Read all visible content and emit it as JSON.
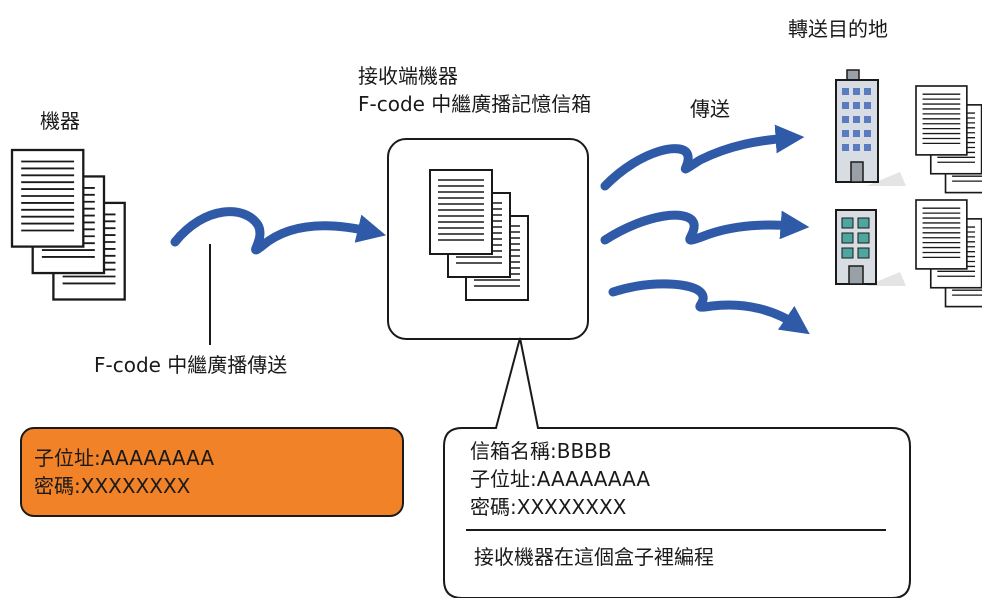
{
  "labels": {
    "device": "機器",
    "receiving_device_line1": "接收端機器",
    "receiving_device_line2": "F-code 中繼廣播記憶信箱",
    "transmit": "傳送",
    "destination": "轉送目的地",
    "relay_transmission": "F-code 中繼廣播傳送"
  },
  "sender_box": {
    "sub_address": "子位址:AAAAAAAA",
    "password": "密碼:XXXXXXXX"
  },
  "callout": {
    "box_name": "信箱名稱:BBBB",
    "sub_address": "子位址:AAAAAAAA",
    "password": "密碼:XXXXXXXX",
    "note": "接收機器在這個盒子裡編程"
  },
  "colors": {
    "arrow": "#2f5aa8",
    "orange": "#f18227",
    "building_window_blue": "#5a7bc0",
    "building_window_teal": "#4fa5a0"
  },
  "icons": [
    "document-stack-icon",
    "office-building-icon",
    "building-icon",
    "wave-arrow-icon"
  ]
}
